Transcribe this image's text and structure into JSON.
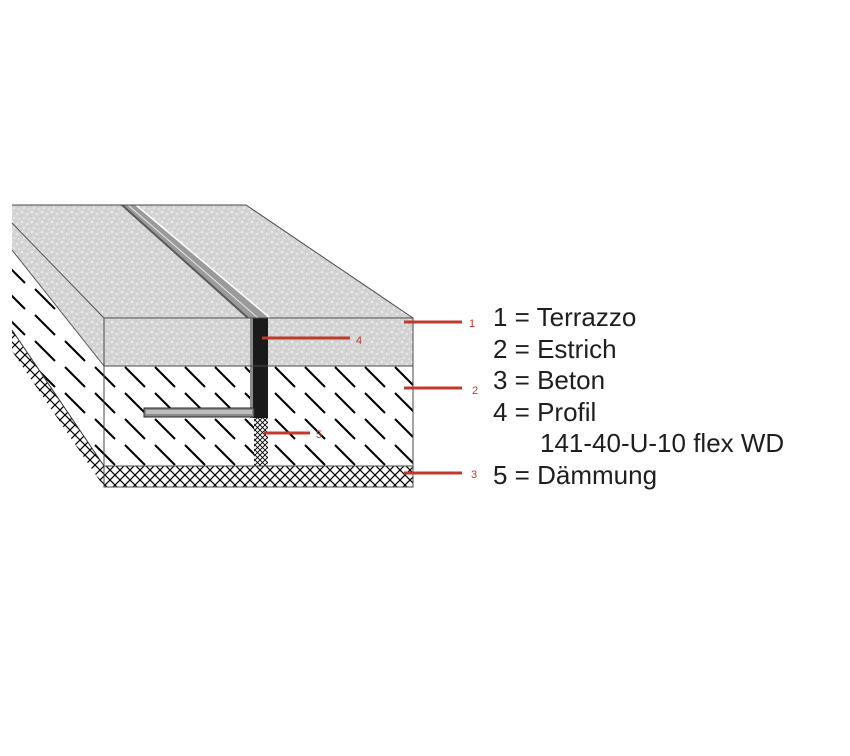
{
  "colors": {
    "leader": "#c0392b",
    "terrazzo": "#d3d3d3",
    "profile": "#1a1a1a",
    "text": "#1e1e1e"
  },
  "callouts": [
    "1",
    "2",
    "3",
    "4",
    "5"
  ],
  "legend": {
    "item1": "1 = Terrazzo",
    "item2": "2 = Estrich",
    "item3": "3 = Beton",
    "item4": "4 = Profil",
    "item4b": "141-40-U-10 flex WD",
    "item5": "5 = Dämmung"
  }
}
